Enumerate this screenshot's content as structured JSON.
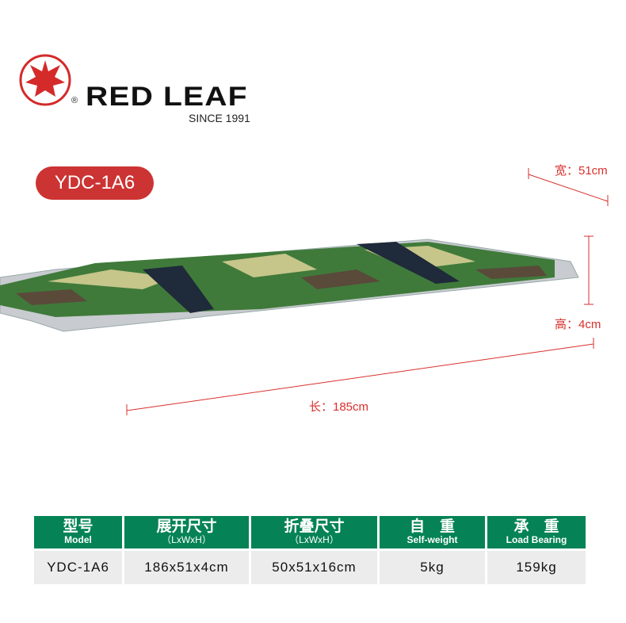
{
  "brand": {
    "name": "RED LEAF",
    "registered": "®",
    "since": "SINCE 1991"
  },
  "model_badge": "YDC-1A6",
  "dimensions": {
    "width": "宽：51cm",
    "height": "高：4cm",
    "length": "长：185cm"
  },
  "colors": {
    "brand_red": "#cc3333",
    "table_header": "#058356"
  },
  "table": {
    "headers": [
      {
        "cn": "型号",
        "en": "Model"
      },
      {
        "cn": "展开尺寸",
        "en": "（LxWxH）"
      },
      {
        "cn": "折叠尺寸",
        "en": "（LxWxH）"
      },
      {
        "cn": "自　重",
        "en": "Self-weight"
      },
      {
        "cn": "承　重",
        "en": "Load Bearing"
      }
    ],
    "row": [
      "YDC-1A6",
      "186x51x4cm",
      "50x51x16cm",
      "5kg",
      "159kg"
    ]
  }
}
